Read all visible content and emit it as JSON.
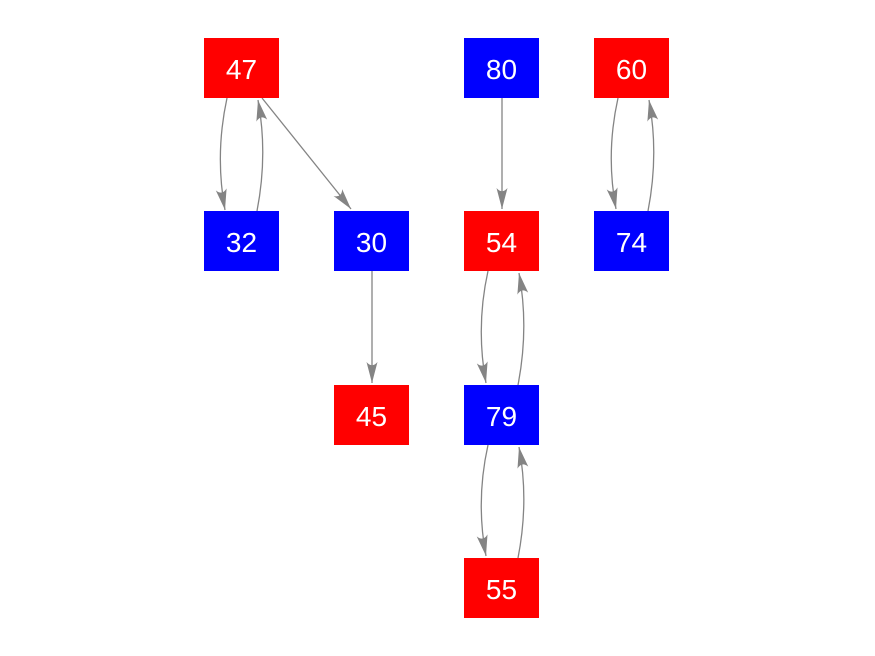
{
  "diagram": {
    "type": "graph",
    "nodes": [
      {
        "id": "47",
        "label": "47",
        "color": "red"
      },
      {
        "id": "32",
        "label": "32",
        "color": "blue"
      },
      {
        "id": "30",
        "label": "30",
        "color": "blue"
      },
      {
        "id": "45",
        "label": "45",
        "color": "red"
      },
      {
        "id": "80",
        "label": "80",
        "color": "blue"
      },
      {
        "id": "54",
        "label": "54",
        "color": "red"
      },
      {
        "id": "79",
        "label": "79",
        "color": "blue"
      },
      {
        "id": "55",
        "label": "55",
        "color": "red"
      },
      {
        "id": "60",
        "label": "60",
        "color": "red"
      },
      {
        "id": "74",
        "label": "74",
        "color": "blue"
      }
    ],
    "edges": [
      {
        "from": "47",
        "to": "32",
        "style": "curved"
      },
      {
        "from": "32",
        "to": "47",
        "style": "curved"
      },
      {
        "from": "47",
        "to": "30",
        "style": "straight-diagonal"
      },
      {
        "from": "30",
        "to": "45",
        "style": "straight"
      },
      {
        "from": "80",
        "to": "54",
        "style": "straight"
      },
      {
        "from": "54",
        "to": "79",
        "style": "curved"
      },
      {
        "from": "79",
        "to": "54",
        "style": "curved"
      },
      {
        "from": "79",
        "to": "55",
        "style": "curved"
      },
      {
        "from": "55",
        "to": "79",
        "style": "curved"
      },
      {
        "from": "60",
        "to": "74",
        "style": "curved"
      },
      {
        "from": "74",
        "to": "60",
        "style": "curved"
      }
    ]
  },
  "colors": {
    "node_red": "#ff0000",
    "node_blue": "#0000ff",
    "node_label": "#ffffff",
    "edge": "#848484",
    "background": "#ffffff"
  }
}
